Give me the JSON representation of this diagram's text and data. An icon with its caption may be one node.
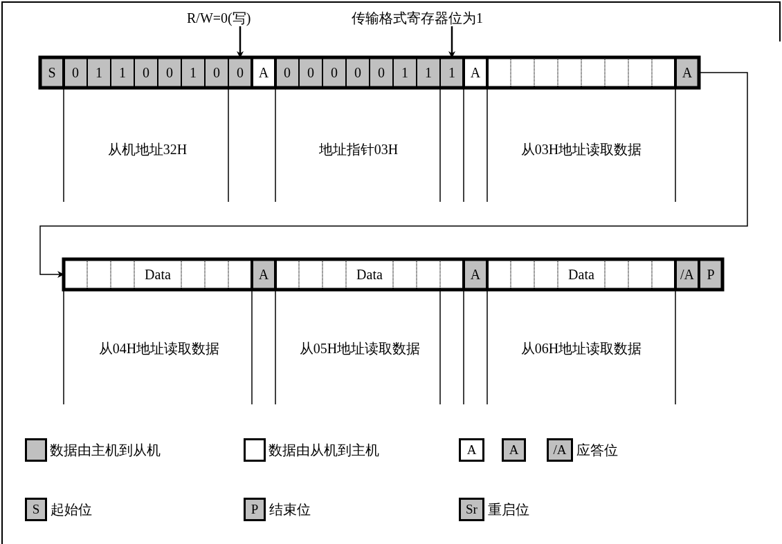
{
  "diagram": {
    "nodes": [
      {
        "text": [
          "R/W=0(写)"
        ]
      },
      {
        "text": [
          "传输格式寄存器位为1"
        ]
      },
      {
        "text": [
          "S"
        ]
      },
      {
        "text": [
          "0"
        ]
      },
      {
        "text": [
          "1"
        ]
      },
      {
        "text": [
          "1"
        ]
      },
      {
        "text": [
          "0"
        ]
      },
      {
        "text": [
          "0"
        ]
      },
      {
        "text": [
          "1"
        ]
      },
      {
        "text": [
          "0"
        ]
      },
      {
        "text": [
          "0"
        ]
      },
      {
        "text": [
          "A"
        ]
      },
      {
        "text": [
          "0"
        ]
      },
      {
        "text": [
          "0"
        ]
      },
      {
        "text": [
          "0"
        ]
      },
      {
        "text": [
          "0"
        ]
      },
      {
        "text": [
          "0"
        ]
      },
      {
        "text": [
          "1"
        ]
      },
      {
        "text": [
          "1"
        ]
      },
      {
        "text": [
          "1"
        ]
      },
      {
        "text": [
          "A"
        ]
      },
      {
        "text": [],
        "shape": "box"
      },
      {
        "text": [],
        "shape": "box"
      },
      {
        "text": [],
        "shape": "box"
      },
      {
        "text": [],
        "shape": "box"
      },
      {
        "text": [],
        "shape": "box"
      },
      {
        "text": [],
        "shape": "box"
      },
      {
        "text": [],
        "shape": "box"
      },
      {
        "text": [],
        "shape": "box"
      },
      {
        "text": [
          "A"
        ]
      },
      {
        "text": [],
        "shape": "box"
      },
      {
        "text": [],
        "shape": "box"
      },
      {
        "text": [],
        "shape": "box"
      },
      {
        "text": [
          "Data"
        ]
      },
      {
        "text": [],
        "shape": "box"
      },
      {
        "text": [],
        "shape": "box"
      },
      {
        "text": [],
        "shape": "box"
      },
      {
        "text": [
          "A"
        ]
      },
      {
        "text": [],
        "shape": "box"
      },
      {
        "text": [],
        "shape": "box"
      },
      {
        "text": [],
        "shape": "box"
      },
      {
        "text": [
          "Data"
        ]
      },
      {
        "text": [],
        "shape": "box"
      },
      {
        "text": [],
        "shape": "box"
      },
      {
        "text": [],
        "shape": "box"
      },
      {
        "text": [
          "A"
        ]
      },
      {
        "text": [],
        "shape": "box"
      },
      {
        "text": [],
        "shape": "box"
      },
      {
        "text": [],
        "shape": "box"
      },
      {
        "text": [
          "Data"
        ]
      },
      {
        "text": [],
        "shape": "box"
      },
      {
        "text": [],
        "shape": "box"
      },
      {
        "text": [],
        "shape": "box"
      },
      {
        "text": [
          "/A"
        ]
      },
      {
        "text": [
          "P"
        ]
      },
      {
        "text": [
          "A"
        ]
      },
      {
        "text": [
          "A"
        ]
      },
      {
        "text": [
          "/A"
        ],
        "beside": [
          "应答位"
        ]
      },
      {
        "text": [
          "S"
        ],
        "beside": [
          "起始位"
        ]
      },
      {
        "text": [
          "P"
        ],
        "beside": [
          "结束位"
        ]
      },
      {
        "text": [
          "Sr"
        ],
        "beside": [
          "重启位"
        ]
      }
    ],
    "edges": [
      {
        "from": 0,
        "to": 10,
        "arrow": "to"
      },
      {
        "from": 1,
        "to": 19,
        "arrow": "to"
      },
      {
        "from": 29,
        "to": 30,
        "arrow": "to"
      }
    ],
    "labels": [
      "从机地址32H",
      "地址指针03H",
      "从03H地址读取数据",
      "从04H地址读取数据",
      "从05H地址读取数据",
      "从06H地址读取数据"
    ],
    "legend": [
      {
        "text": "数据由主机到从机",
        "color": "#c0c0c0"
      },
      {
        "text": "数据由从机到主机",
        "color": "#ffffff"
      }
    ]
  }
}
